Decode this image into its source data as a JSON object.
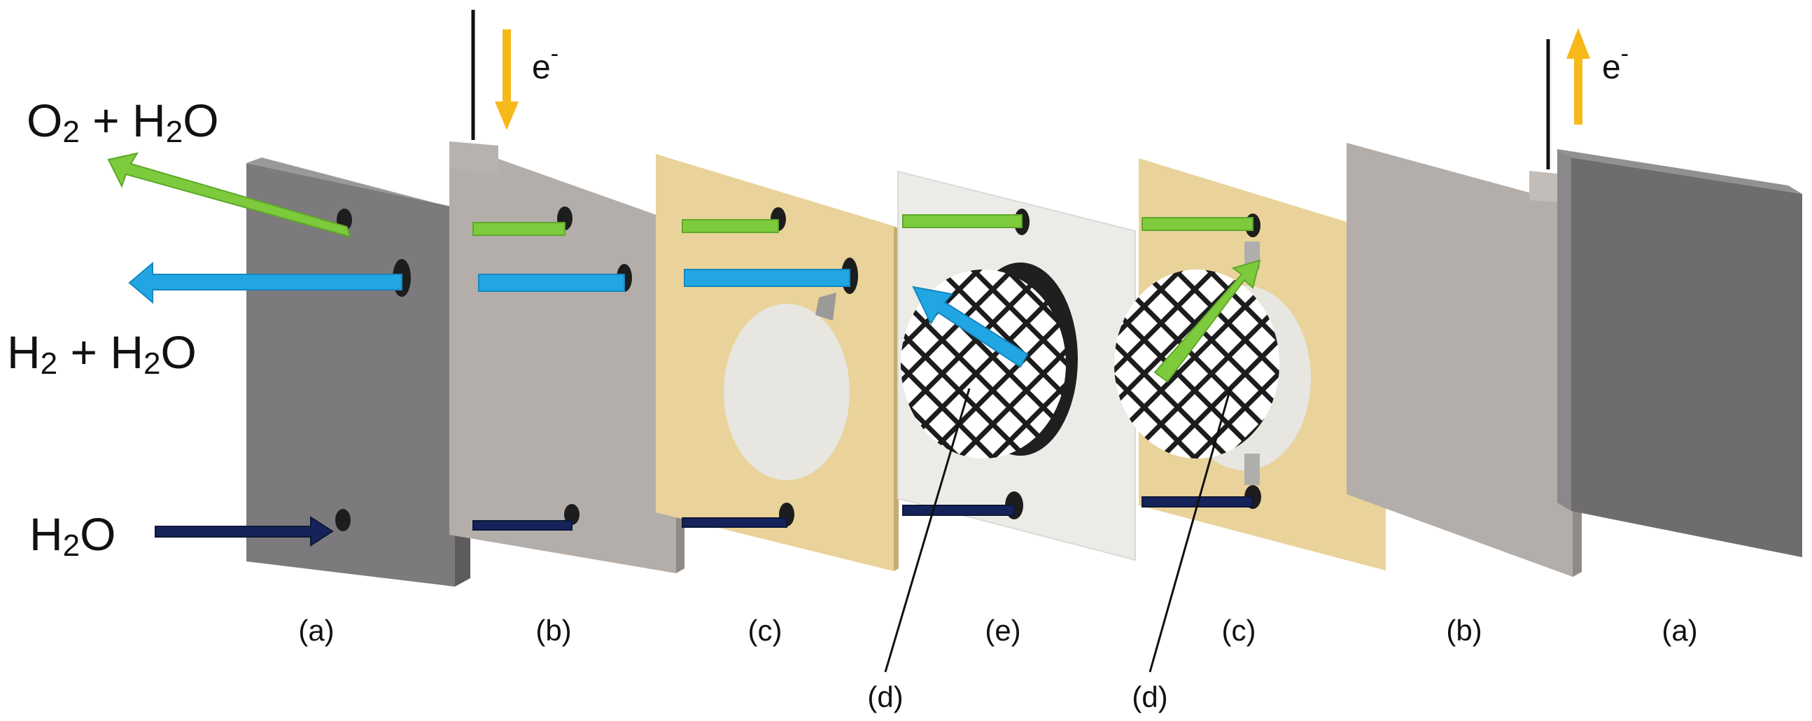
{
  "formulas": {
    "o2_h2o": {
      "a": "O",
      "a_sub": "2",
      "join": " + H",
      "b_sub": "2",
      "b": "O"
    },
    "h2_h2o": {
      "a": "H",
      "a_sub": "2",
      "join": " + H",
      "b_sub": "2",
      "b": "O"
    },
    "h2o": {
      "a": "H",
      "a_sub": "2",
      "b": "O"
    }
  },
  "electron_in": {
    "base": "e",
    "sup": "-"
  },
  "electron_out": {
    "base": "e",
    "sup": "-"
  },
  "labels": [
    "(a)",
    "(b)",
    "(c)",
    "(e)",
    "(c)",
    "(b)",
    "(a)"
  ],
  "mesh_labels": [
    "(d)",
    "(d)"
  ],
  "colors": {
    "endplate": "#7c7a7c",
    "collector": "#b3aeaa",
    "gasket": "#e9d39a",
    "membrane": "#ecebe8",
    "catalyst": "#1f1f1f",
    "o2_arrow": "#7dcb3c",
    "h2_arrow": "#21a6e3",
    "water_arrow": "#15235a",
    "electron_arrow": "#f6b91a"
  }
}
